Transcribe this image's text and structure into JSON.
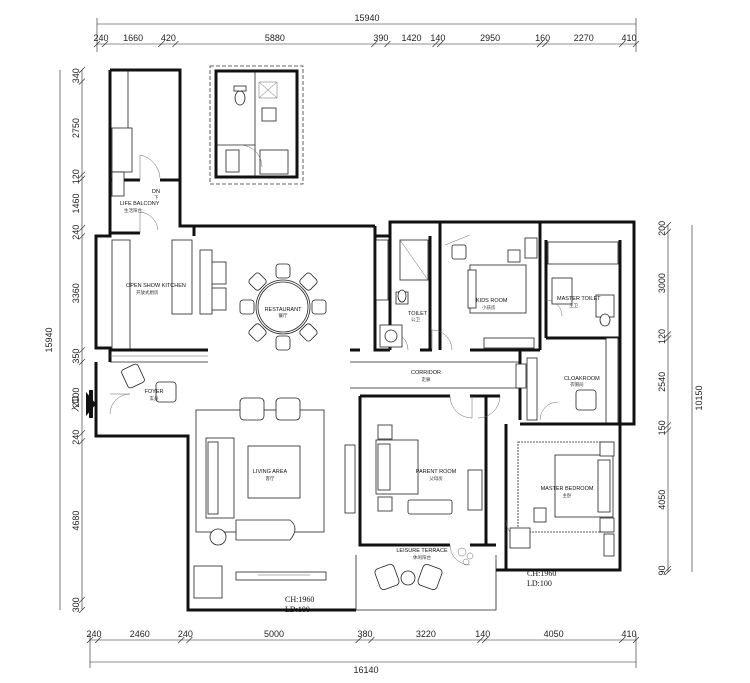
{
  "dimensions": {
    "top_total": "15940",
    "top": [
      "240",
      "1660",
      "420",
      "5880",
      "390",
      "1420",
      "140",
      "2950",
      "160",
      "2270",
      "410"
    ],
    "bottom_total": "16140",
    "bottom": [
      "240",
      "2460",
      "240",
      "5000",
      "380",
      "3220",
      "140",
      "4050",
      "410"
    ],
    "left_total": "15940",
    "left": [
      "340",
      "2750",
      "120",
      "1460",
      "240",
      "3360",
      "350",
      "2100",
      "240",
      "4680",
      "300"
    ],
    "right_total": "10150",
    "right": [
      "200",
      "3000",
      "120",
      "2540",
      "150",
      "4050",
      "90"
    ]
  },
  "rooms": {
    "life_balcony": {
      "en": "LIFE BALCONY",
      "cn": "生活阳台"
    },
    "kitchen": {
      "en": "OPEN SHOW KITCHEN",
      "cn": "开放式厨房"
    },
    "restaurant": {
      "en": "RESTAURANT",
      "cn": "餐厅"
    },
    "toilet": {
      "en": "TOILET",
      "cn": "公卫"
    },
    "kids_room": {
      "en": "KIDS ROOM",
      "cn": "小孩房"
    },
    "master_toilet": {
      "en": "MASTER TOILET",
      "cn": "主卫"
    },
    "corridor": {
      "en": "CORRIDOR",
      "cn": "走廊"
    },
    "cloakroom": {
      "en": "CLOAKROOM",
      "cn": "衣帽间"
    },
    "foyer": {
      "en": "FOYER",
      "cn": "玄关"
    },
    "living_area": {
      "en": "LIVING AREA",
      "cn": "客厅"
    },
    "parent_room": {
      "en": "PARENT ROOM",
      "cn": "父母房"
    },
    "master_bedroom": {
      "en": "MASTER BEDROOM",
      "cn": "主卧"
    },
    "leisure_terrace": {
      "en": "LEISURE TERRACE",
      "cn": "休闲阳台"
    }
  },
  "labels": {
    "dn": "DN",
    "dn_cn": "下",
    "entrance": "入口",
    "ch_left": "CH:1960",
    "ld_left": "LD:100",
    "ch_right": "CH:1960",
    "ld_right": "LD:100"
  }
}
